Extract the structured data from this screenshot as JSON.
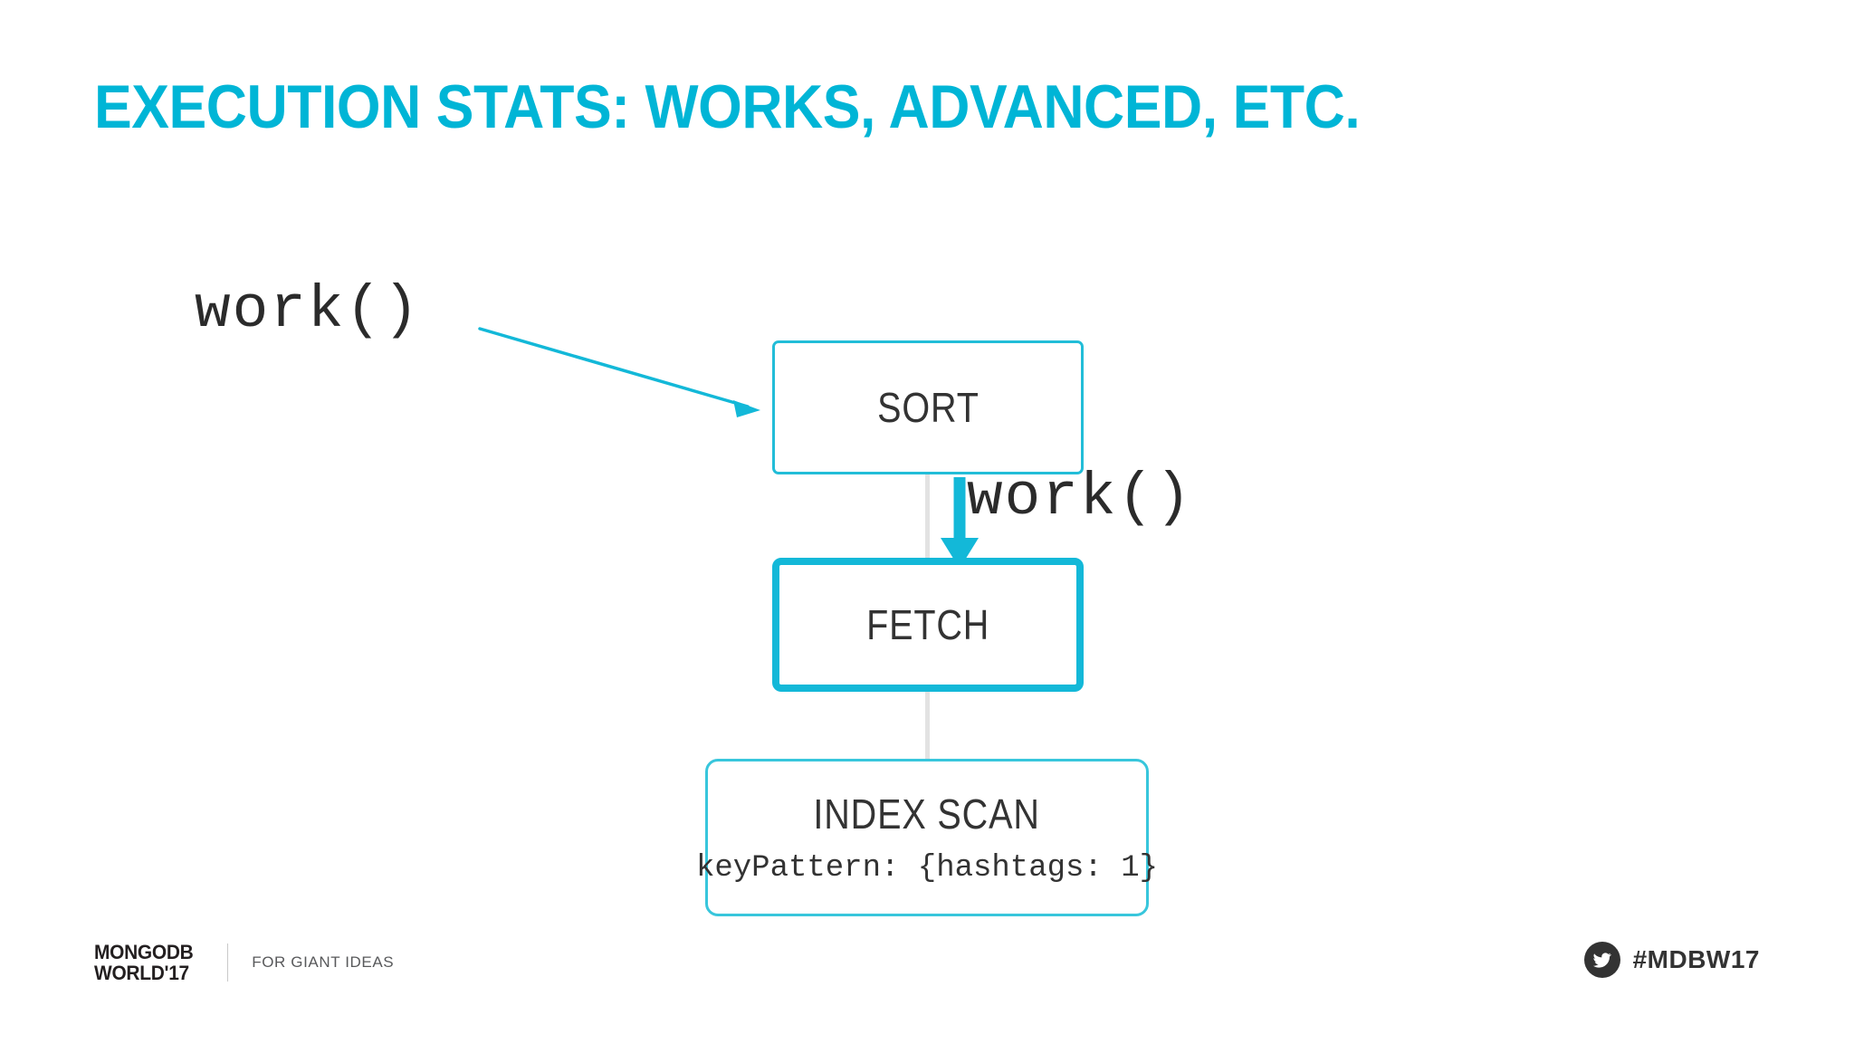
{
  "slide": {
    "title": "EXECUTION STATS: WORKS, ADVANCED, ETC.",
    "accent_color": "#00B5D6",
    "background_color": "#ffffff"
  },
  "annotations": [
    {
      "id": "work-top",
      "text": "work()"
    },
    {
      "id": "work-mid",
      "text": "work()"
    }
  ],
  "diagram": {
    "type": "query-plan-tree",
    "nodes": [
      {
        "id": "sort",
        "title": "SORT",
        "detail": "",
        "highlighted": false,
        "border_color": "#22BDD8"
      },
      {
        "id": "fetch",
        "title": "FETCH",
        "detail": "",
        "highlighted": true,
        "border_color": "#13B8D8"
      },
      {
        "id": "index-scan",
        "title": "INDEX SCAN",
        "detail": "keyPattern: {hashtags: 1}",
        "highlighted": false,
        "border_color": "#38C6DC"
      }
    ],
    "edges": [
      {
        "from": "sort",
        "to": "fetch",
        "style": "gray-line"
      },
      {
        "from": "fetch",
        "to": "index-scan",
        "style": "gray-line"
      }
    ],
    "arrows": [
      {
        "id": "callout-arrow",
        "label": "work()",
        "from": "work-top",
        "to": "sort",
        "color": "#13B8D8"
      },
      {
        "id": "work-arrow",
        "label": "work()",
        "from": "sort",
        "to": "fetch",
        "color": "#13B8D8"
      }
    ]
  },
  "footer": {
    "logo_line1": "MONGODB",
    "logo_line2": "WORLD'17",
    "tagline": "FOR GIANT IDEAS",
    "hashtag": "#MDBW17",
    "twitter_icon": "twitter-bird-icon"
  }
}
